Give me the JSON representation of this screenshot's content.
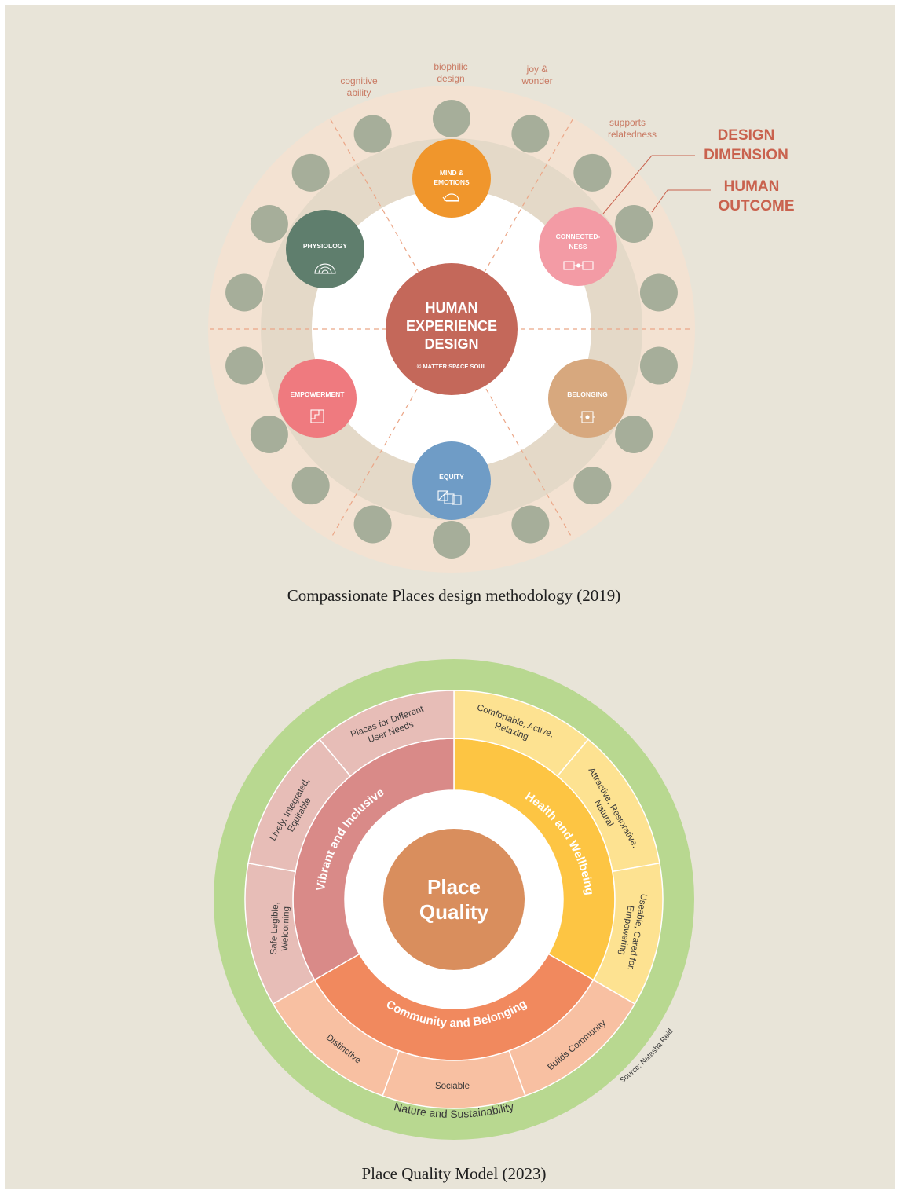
{
  "colors": {
    "page_border": "#ffffff",
    "background": "#e8e4d8",
    "outer_ring": "#f3e2d2",
    "mid_ring": "#e4d9c8",
    "inner_disc": "#ffffff",
    "outcome_dot": "#a6ae9a",
    "center": "#c4685a",
    "mind": "#f0962c",
    "connected": "#f39ba5",
    "belonging": "#d7a87e",
    "equity": "#6f9cc6",
    "empowerment": "#ef7a7f",
    "physiology": "#5f7e6d",
    "accent_text": "#c9624e",
    "label_text": "#c97a63",
    "green_ring": "#b8d890",
    "vibrant": "#d98a88",
    "vibrant_outer": "#e7bdb7",
    "health": "#fdc543",
    "health_outer": "#fde291",
    "community": "#f1895e",
    "community_outer": "#f8c0a2",
    "place_quality": "#d98e5d"
  },
  "diagram1": {
    "center": {
      "line1": "HUMAN",
      "line2": "EXPERIENCE",
      "line3": "DESIGN",
      "credit": "© MATTER SPACE SOUL"
    },
    "dimensions": [
      {
        "key": "mind",
        "lines": [
          "MIND &",
          "EMOTIONS"
        ],
        "icon": "head-icon"
      },
      {
        "key": "connected",
        "lines": [
          "CONNECTED-",
          "NESS"
        ],
        "icon": "link-icon"
      },
      {
        "key": "belonging",
        "lines": [
          "BELONGING"
        ],
        "icon": "frame-icon"
      },
      {
        "key": "equity",
        "lines": [
          "EQUITY"
        ],
        "icon": "squares-icon"
      },
      {
        "key": "empowerment",
        "lines": [
          "EMPOWERMENT"
        ],
        "icon": "stairs-icon"
      },
      {
        "key": "physiology",
        "lines": [
          "PHYSIOLOGY"
        ],
        "icon": "arch-icon"
      }
    ],
    "outcome_labels": [
      {
        "lines": [
          "cognitive",
          "ability"
        ]
      },
      {
        "lines": [
          "biophilic",
          "design"
        ]
      },
      {
        "lines": [
          "joy &",
          "wonder"
        ]
      },
      {
        "lines": [
          "supports",
          "relatedness"
        ]
      }
    ],
    "legend": {
      "design_dimension": [
        "DESIGN",
        "DIMENSION"
      ],
      "human_outcome": [
        "HUMAN",
        "OUTCOME"
      ]
    },
    "caption": "Compassionate Places design methodology  (2019)"
  },
  "diagram2": {
    "center": [
      "Place",
      "Quality"
    ],
    "inner_segments": [
      {
        "key": "vibrant",
        "label": "Vibrant and Inclusive"
      },
      {
        "key": "health",
        "label": "Health and Wellbeing"
      },
      {
        "key": "community",
        "label": "Community and Belonging"
      }
    ],
    "outer_segments": [
      {
        "lines": [
          "Places for Different",
          "User Needs"
        ]
      },
      {
        "lines": [
          "Comfortable, Active,",
          "Relaxing"
        ]
      },
      {
        "lines": [
          "Attractive, Restorative,",
          "Natural"
        ]
      },
      {
        "lines": [
          "Useable, Cared for,",
          "Empowering"
        ]
      },
      {
        "lines": [
          "Builds Community"
        ]
      },
      {
        "lines": [
          "Sociable"
        ]
      },
      {
        "lines": [
          "Distinctive"
        ]
      },
      {
        "lines": [
          "Safe Legible,",
          "Welcoming"
        ]
      },
      {
        "lines": [
          "Lively, Integrated,",
          "Equitable"
        ]
      }
    ],
    "ring_label": "Nature and Sustainability",
    "source": "Source: Natasha Reid",
    "caption": "Place Quality Model (2023)"
  }
}
